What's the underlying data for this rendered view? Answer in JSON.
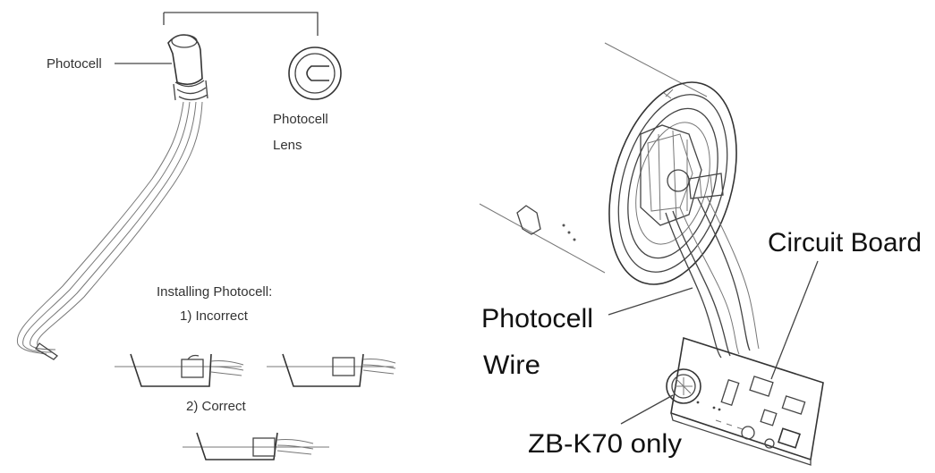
{
  "left_panel": {
    "photocell_label": "Photocell",
    "lens_label_line1": "Photocell",
    "lens_label_line2": "Lens",
    "install_title": "Installing Photocell:",
    "incorrect_label": "1) Incorrect",
    "correct_label": "2) Correct"
  },
  "right_panel": {
    "circuit_board_label": "Circuit Board",
    "photocell_wire_line1": "Photocell",
    "photocell_wire_line2": "Wire",
    "model_note": "ZB-K70 only"
  }
}
